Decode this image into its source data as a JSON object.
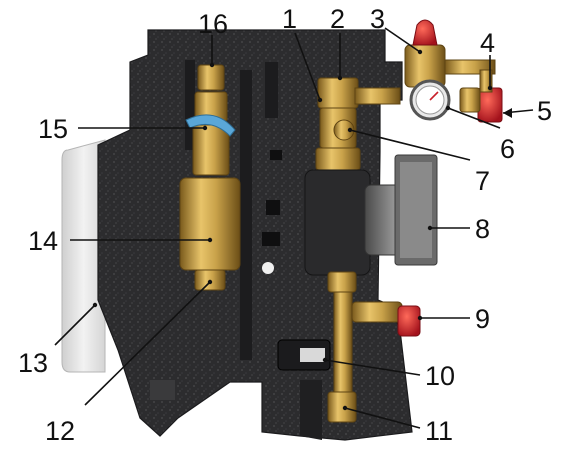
{
  "labels": {
    "n1": "1",
    "n2": "2",
    "n3": "3",
    "n4": "4",
    "n5": "5",
    "n6": "6",
    "n7": "7",
    "n8": "8",
    "n9": "9",
    "n10": "10",
    "n11": "11",
    "n12": "12",
    "n13": "13",
    "n14": "14",
    "n15": "15",
    "n16": "16"
  },
  "colors": {
    "background": "#ffffff",
    "insulation_foam": "#2c2c2e",
    "brass": "#c9a24a",
    "relief_valve_red": "#c8202a",
    "pump_housing": "#707070",
    "side_cover": "#e6e6e6",
    "label_text": "#111111"
  }
}
